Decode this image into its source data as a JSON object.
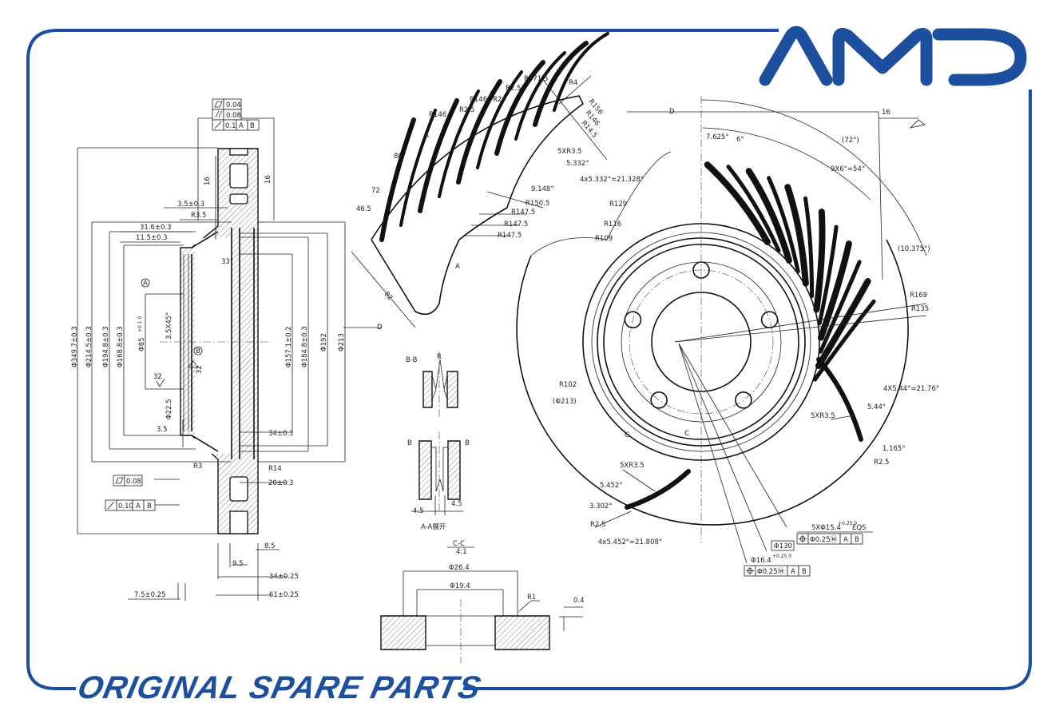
{
  "brand": {
    "logo_text": "AMD",
    "tagline": "ORIGINAL SPARE PARTS",
    "color": "#1d4f9f"
  },
  "left_view": {
    "fcf_top": {
      "flatness": "0.04",
      "parallel": "0.08",
      "runout": "0.1",
      "datum_a": "A",
      "datum_b": "B"
    },
    "roughness_l": "16",
    "roughness_r": "16",
    "d_3_5": "3.5±0.3",
    "r3_5": "R3.5",
    "d_31_6": "31.6±0.3",
    "d_11_5": "11.5±0.3",
    "angle_33": "33°",
    "datum_a": "A",
    "datum_b": "B",
    "chamfer": "3.5X45°",
    "dia_349": "Φ349.7±0.3",
    "dia_214": "Φ214.5±0.3",
    "dia_194": "Φ194.8±0.3",
    "dia_168": "Φ168.8±0.3",
    "dia_85": "Φ85",
    "dia_85_tol": "+0.1 0",
    "dia_157": "Φ157.1±0.2",
    "dia_184": "Φ184.8±0.3",
    "dia_192": "Φ192",
    "dia_213": "Φ213",
    "rough_32a": "32",
    "rough_32b": "32",
    "dia_22": "Φ22.5",
    "d_3_5b": "3.5",
    "d_34": "34±0.3",
    "r3": "R3",
    "r14": "R14",
    "d_20": "20±0.3",
    "fcf_flat": "0.08",
    "fcf_runout": {
      "value": "0.10",
      "a": "A",
      "b": "B"
    },
    "d_8_5": "8.5",
    "d_9_5": "9.5",
    "d_34b": "34±0.25",
    "d_7_5": "7.5±0.25",
    "d_61": "61±0.25",
    "view_d": "D"
  },
  "fan_view": {
    "r171": "R171.5",
    "r4": "R4",
    "r2_5a": "R2.5",
    "r146a": "R146",
    "r2": "R2",
    "r2_5b": "R2.5",
    "r146b": "R146",
    "sec_a1": "A",
    "sec_a2": "A",
    "r156": "R156",
    "r146c": "R146",
    "r145": "R14.5",
    "slots": "5XR3.5",
    "ang_5332": "5.332°",
    "ang_total": "4x5.332°=21.328°",
    "d80": "80",
    "ang_9148": "9.148°",
    "r150": "R150.5",
    "r147a": "R147.5",
    "r147b": "R147.5",
    "r147c": "R147.5",
    "d72": "72",
    "d46": "46.5",
    "d82": "82"
  },
  "front_view": {
    "view_d": "D",
    "rough": "16",
    "ang_72": "(72°)",
    "ang_7625": "7.625°",
    "ang_6": "6°",
    "ang_54": "9X6°=54°",
    "ang_10375": "(10.375°)",
    "r169": "R169",
    "r135": "R135",
    "r129": "R129",
    "r116": "R116",
    "r109": "R109",
    "r102": "R102",
    "dia_213": "(Φ213)",
    "sec_c1": "C",
    "sec_c2": "C",
    "ang_2176": "4X5.44°=21.76°",
    "ang_544": "5.44°",
    "slots_r": "5XR3.5",
    "ang_1165": "1.165°",
    "r2_5r": "R2.5",
    "slots_l": "5XR3.5",
    "ang_5452": "5.452°",
    "ang_3302": "3.302°",
    "r2_5l": "R2.5",
    "ang_21808": "4x5.452°=21.808°",
    "holes": "5XΦ15.4",
    "holes_tol": "+0.25 0",
    "holes_eqs": "EQS",
    "fcf1": {
      "value": "Φ0.25Ⓜ",
      "a": "A",
      "b": "B"
    },
    "pcd": "Φ130",
    "center_hole": "Φ16.4",
    "center_tol": "+0.25 0",
    "fcf2": {
      "value": "Φ0.25Ⓜ",
      "a": "A",
      "b": "B"
    }
  },
  "section_views": {
    "bb_title": "B-B",
    "bb_r": "R",
    "b_left": "B",
    "b_right": "B",
    "d45a": "4.5",
    "d45b": "4.5",
    "aa_title": "A-A展开",
    "cc_title": "C-C",
    "cc_scale": "4:1",
    "dia_26": "Φ26.4",
    "dia_19": "Φ19.4",
    "r1": "R1",
    "d04": "0.4"
  }
}
